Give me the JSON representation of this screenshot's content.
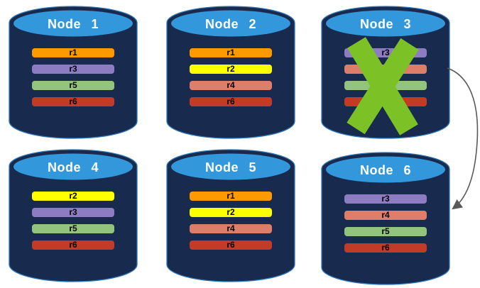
{
  "colors": {
    "background": "#FFFFFF",
    "cylinder_body": "#182A4E",
    "cylinder_outline": "#2E75B6",
    "cylinder_top": "#3398DB",
    "node_label_text": "#FFFFFF",
    "replica_label_text": "#000000",
    "failure_x": "#7CC227",
    "arrow": "#595959"
  },
  "nodes": [
    {
      "label": "Node 1",
      "failed": false,
      "replicas": [
        {
          "label": "r1",
          "color": "#FF9900"
        },
        {
          "label": "r3",
          "color": "#8E7CC3"
        },
        {
          "label": "r5",
          "color": "#93C47D"
        },
        {
          "label": "r6",
          "color": "#C13B27"
        }
      ]
    },
    {
      "label": "Node 2",
      "failed": false,
      "replicas": [
        {
          "label": "r1",
          "color": "#FF9900"
        },
        {
          "label": "r2",
          "color": "#FFFF00"
        },
        {
          "label": "r4",
          "color": "#DD7E6B"
        },
        {
          "label": "r6",
          "color": "#C13B27"
        }
      ]
    },
    {
      "label": "Node 3",
      "failed": true,
      "replicas": [
        {
          "label": "r3",
          "color": "#8E7CC3"
        },
        {
          "label": "",
          "color": "#DD7E6B"
        },
        {
          "label": "",
          "color": "#93C47D"
        },
        {
          "label": "",
          "color": "#C13B27"
        }
      ]
    },
    {
      "label": "Node 4",
      "failed": false,
      "replicas": [
        {
          "label": "r2",
          "color": "#FFFF00"
        },
        {
          "label": "r3",
          "color": "#8E7CC3"
        },
        {
          "label": "r5",
          "color": "#93C47D"
        },
        {
          "label": "r6",
          "color": "#C13B27"
        }
      ]
    },
    {
      "label": "Node 5",
      "failed": false,
      "replicas": [
        {
          "label": "r1",
          "color": "#FF9900"
        },
        {
          "label": "r2",
          "color": "#FFFF00"
        },
        {
          "label": "r4",
          "color": "#DD7E6B"
        },
        {
          "label": "r6",
          "color": "#C13B27"
        }
      ]
    },
    {
      "label": "Node 6",
      "failed": false,
      "replicas": [
        {
          "label": "r3",
          "color": "#8E7CC3"
        },
        {
          "label": "r4",
          "color": "#DD7E6B"
        },
        {
          "label": "r5",
          "color": "#93C47D"
        },
        {
          "label": "r6",
          "color": "#C13B27"
        }
      ]
    }
  ],
  "annotations": {
    "failed_node": "Node 3",
    "arrow_from": "Node 3",
    "arrow_to": "Node 6"
  }
}
